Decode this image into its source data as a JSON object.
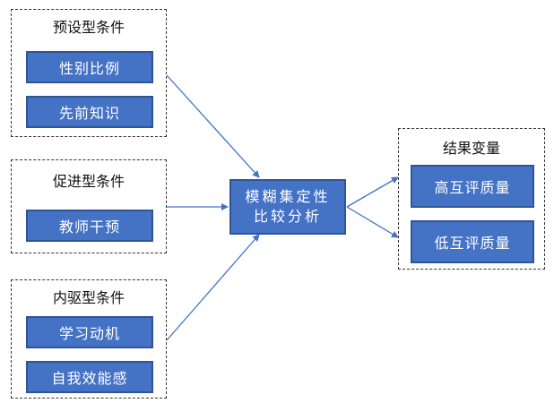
{
  "groups": {
    "preset": {
      "title": "预设型条件",
      "items": [
        "性别比例",
        "先前知识"
      ]
    },
    "promote": {
      "title": "促进型条件",
      "items": [
        "教师干预"
      ]
    },
    "internal": {
      "title": "内驱型条件",
      "items": [
        "学习动机",
        "自我效能感"
      ]
    },
    "result": {
      "title": "结果变量",
      "items": [
        "高互评质量",
        "低互评质量"
      ]
    }
  },
  "central": {
    "line1": "模糊集定性",
    "line2": "比较分析"
  },
  "colors": {
    "node_fill": "#4472c4",
    "node_border": "#2f5597",
    "arrow": "#4472c4",
    "dashed_border": "#333333"
  }
}
